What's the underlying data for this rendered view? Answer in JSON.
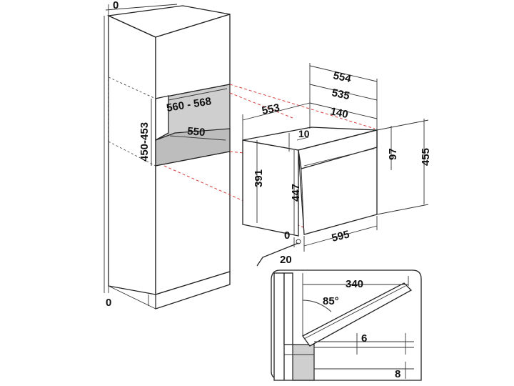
{
  "colors": {
    "line": "#222222",
    "guide": "#d94040",
    "niche": "#cfcfcf"
  },
  "labels": {
    "cab_top_gap": "0",
    "cab_bottom_gap": "0",
    "niche_width": "560 - 568",
    "niche_height": "450-453",
    "niche_depth": "550",
    "oven_depth_total": "554",
    "oven_depth_body": "535",
    "oven_depth_front": "553",
    "oven_panel_depth": "140",
    "front_offset": "10",
    "panel_height": "97",
    "total_height": "455",
    "body_height": "391",
    "front_height": "447",
    "width": "595",
    "bottom_gap": "0",
    "front_thickness": "20",
    "door_open_depth": "340",
    "door_angle": "85°",
    "door_gap": "6",
    "base_gap": "8"
  }
}
